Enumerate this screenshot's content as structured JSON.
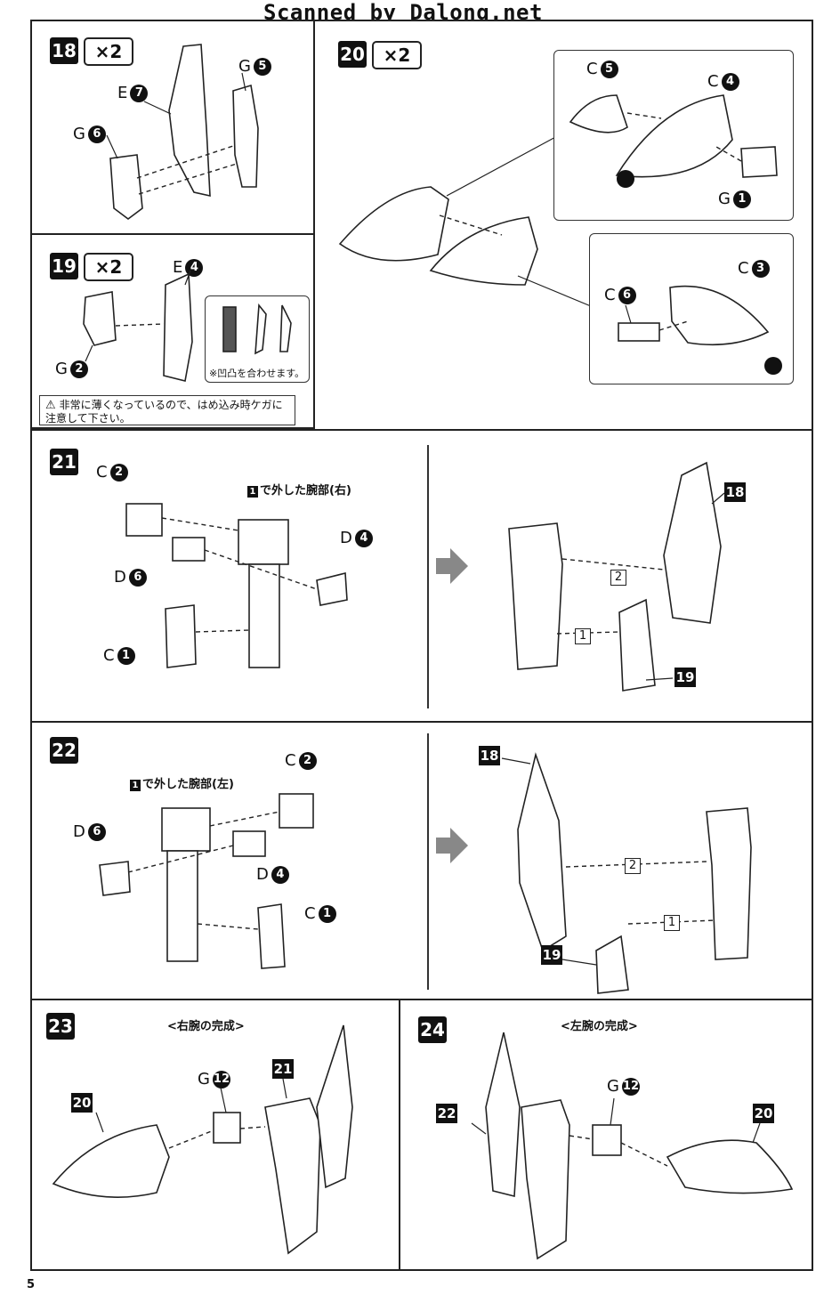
{
  "watermark": "Scanned by Dalong.net",
  "page_number": "5",
  "steps": {
    "s18": {
      "num": "18",
      "mult": "×2",
      "parts": [
        "E",
        "7",
        "G",
        "5",
        "G",
        "6"
      ]
    },
    "s19": {
      "num": "19",
      "mult": "×2",
      "parts": [
        "E",
        "4",
        "G",
        "2"
      ],
      "note": "※凹凸を合わせます。",
      "warning_line1": "非常に薄くなっているので、はめ込み時ケガに",
      "warning_line2": "注意して下さい。"
    },
    "s20": {
      "num": "20",
      "mult": "×2",
      "parts": [
        "C",
        "5",
        "C",
        "4",
        "G",
        "1",
        "C",
        "6",
        "C",
        "3"
      ]
    },
    "s21": {
      "num": "21",
      "caption_num": "1",
      "caption": "で外した腕部(右)",
      "parts": [
        "C",
        "2",
        "D",
        "4",
        "D",
        "6",
        "C",
        "1"
      ],
      "ref_a": "18",
      "ref_b": "19",
      "order_a": "2",
      "order_b": "1"
    },
    "s22": {
      "num": "22",
      "caption_num": "1",
      "caption": "で外した腕部(左)",
      "parts": [
        "C",
        "2",
        "D",
        "6",
        "D",
        "4",
        "C",
        "1"
      ],
      "ref_a": "18",
      "ref_b": "19",
      "order_a": "2",
      "order_b": "1"
    },
    "s23": {
      "num": "23",
      "title": "<右腕の完成>",
      "parts": [
        "G",
        "12"
      ],
      "ref_a": "20",
      "ref_b": "21"
    },
    "s24": {
      "num": "24",
      "title": "<左腕の完成>",
      "parts": [
        "G",
        "12"
      ],
      "ref_a": "22",
      "ref_b": "20"
    }
  }
}
